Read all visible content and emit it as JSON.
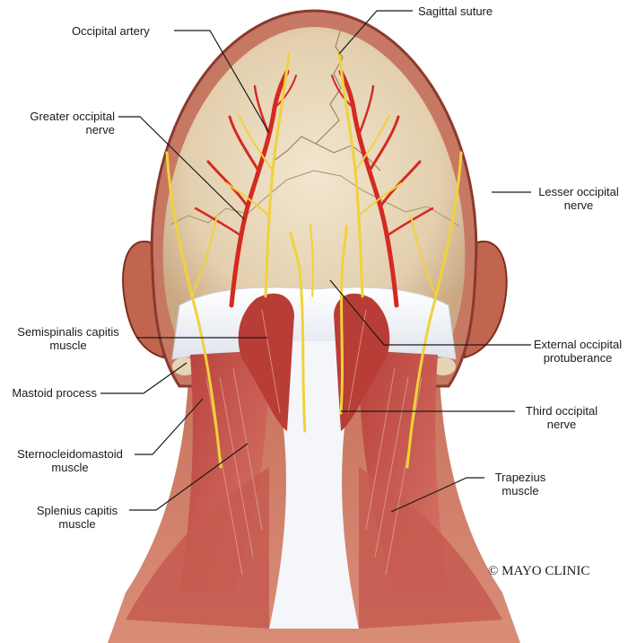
{
  "labels": {
    "occipital_artery": "Occipital artery",
    "sagittal_suture": "Sagittal suture",
    "greater_occipital_nerve": [
      "Greater occipital",
      "nerve"
    ],
    "lesser_occipital_nerve": [
      "Lesser occipital",
      "nerve"
    ],
    "semispinalis_capitis": [
      "Semispinalis capitis",
      "muscle"
    ],
    "external_occipital_protuberance": [
      "External occipital",
      "protuberance"
    ],
    "mastoid_process": "Mastoid process",
    "third_occipital_nerve": [
      "Third occipital",
      "nerve"
    ],
    "sternocleidomastoid": [
      "Sternocleidomastoid",
      "muscle"
    ],
    "trapezius": [
      "Trapezius",
      "muscle"
    ],
    "splenius_capitis": [
      "Splenius capitis",
      "muscle"
    ]
  },
  "copyright": "© MAYO CLINIC",
  "colors": {
    "skin": "#c97a66",
    "skin_dark": "#8a3a2e",
    "skull": "#e8d8bc",
    "muscle": "#c2504a",
    "tendon": "#eef0f4",
    "artery": "#d42a22",
    "nerve": "#f0d23a"
  }
}
